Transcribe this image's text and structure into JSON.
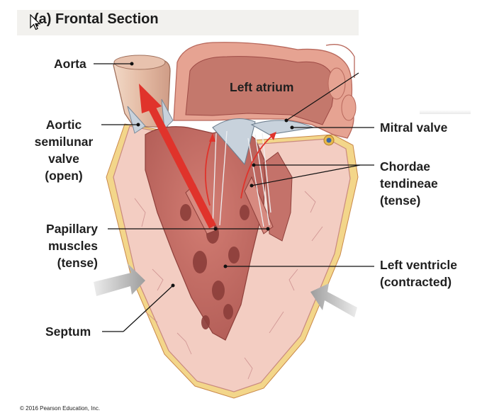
{
  "header": {
    "title": "(a) Frontal Section"
  },
  "labels": {
    "aorta": "Aorta",
    "aortic_valve": [
      "Aortic",
      "semilunar",
      "valve",
      "(open)"
    ],
    "papillary": [
      "Papillary",
      "muscles",
      "(tense)"
    ],
    "septum": "Septum",
    "left_atrium": "Left atrium",
    "mitral_valve": "Mitral valve",
    "chordae": [
      "Chordae",
      "tendineae",
      "(tense)"
    ],
    "left_ventricle": [
      "Left ventricle",
      "(contracted)"
    ]
  },
  "footer": {
    "copyright": "© 2016 Pearson Education, Inc."
  },
  "colors": {
    "muscle_wall": "#f3cdc2",
    "chamber": "#c9706a",
    "chamber_dark": "#9d4a45",
    "atrium": "#d99a8d",
    "aorta": "#e9c8b6",
    "arrow_red": "#e0332b",
    "pressure_arrow": "#a8a8a8",
    "fat": "#f3d68a"
  },
  "icons": {
    "cursor": "mouse-pointer-icon",
    "pressure": "gray-arrow-icon"
  }
}
